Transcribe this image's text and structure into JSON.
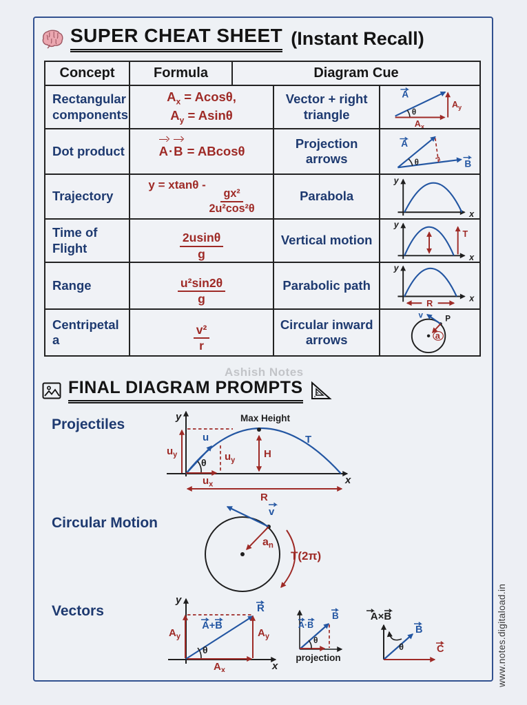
{
  "page": {
    "title": "SUPER CHEAT SHEET",
    "subtitle": "(Instant Recall)",
    "section_title": "FINAL DIAGRAM PROMPTS",
    "center_watermark": "Ashish Notes",
    "side_watermark": "www.notes.digitaload.in"
  },
  "colors": {
    "navy": "#1e3a70",
    "red": "#9e2a26",
    "blue": "#2356a2",
    "ink": "#1d1d1d",
    "frame": "#31508f",
    "watermark": "#c2c4c8"
  },
  "table": {
    "headers": [
      "Concept",
      "Formula",
      "Diagram Cue"
    ],
    "rows": [
      {
        "concept": "Rectangular components",
        "cue": "Vector + right triangle",
        "formula": [
          [
            "A",
            {
              "sub": "x"
            },
            " = Acosθ,"
          ],
          [
            "A",
            {
              "sub": "y"
            },
            " = Asinθ"
          ]
        ],
        "labels": {
          "a": "A",
          "theta": "θ",
          "ay": {
            "base": "A",
            "sub": "y"
          },
          "ax": {
            "base": "A",
            "sub": "x"
          }
        }
      },
      {
        "concept": "Dot product",
        "cue": "Projection arrows",
        "formula": [
          [
            {
              "vec": "A"
            },
            "·",
            {
              "vec": "B"
            },
            " = ABcosθ"
          ]
        ],
        "labels": {
          "a": "A",
          "theta": "θ",
          "b": "B"
        }
      },
      {
        "concept": "Trajectory",
        "cue": "Parabola",
        "formula": [
          [
            "y = xtanθ - ",
            {
              "frac": {
                "num": "gx²",
                "den": "2u²cos²θ"
              }
            }
          ]
        ],
        "labels": {
          "x": "x",
          "y": "y"
        }
      },
      {
        "concept": "Time of Flight",
        "cue": "Vertical motion",
        "formula": [
          [
            {
              "frac": {
                "num": "2usinθ",
                "den": "g"
              }
            }
          ]
        ],
        "labels": {
          "x": "x",
          "y": "y",
          "t": "T"
        }
      },
      {
        "concept": "Range",
        "cue": "Parabolic path",
        "formula": [
          [
            {
              "frac": {
                "num": "u²sin2θ",
                "den": "g"
              }
            }
          ]
        ],
        "labels": {
          "x": "x",
          "y": "y",
          "r": "R"
        }
      },
      {
        "concept": "Centripetal a",
        "cue": "Circular inward arrows",
        "formula": [
          [
            {
              "frac": {
                "num": "v²",
                "den": "r"
              }
            }
          ]
        ],
        "labels": {
          "v": "v",
          "p": "P",
          "a": "a"
        }
      }
    ]
  },
  "projectiles": {
    "label": "Projectiles",
    "y": "y",
    "x": "x",
    "u": "u",
    "theta": "θ",
    "uy": {
      "base": "u",
      "sub": "y"
    },
    "ux": {
      "base": "u",
      "sub": "x"
    },
    "max_height": "Max Height",
    "h": "H",
    "t": "T",
    "r": "R"
  },
  "circular": {
    "label": "Circular Motion",
    "v": "v",
    "an": {
      "base": "a",
      "sub": "n"
    },
    "period": "T(2π)"
  },
  "vectors": {
    "label": "Vectors",
    "y": "y",
    "x": "x",
    "sum": "A+B",
    "r": "R",
    "theta": "θ",
    "ay": {
      "base": "A",
      "sub": "y"
    },
    "ax": {
      "base": "A",
      "sub": "x"
    },
    "projection": {
      "adotb": "A·B",
      "b": "B",
      "theta": "θ",
      "caption": "projection"
    },
    "cross": {
      "axb": "A×B",
      "b": "B",
      "c": "C",
      "theta": "θ"
    }
  }
}
